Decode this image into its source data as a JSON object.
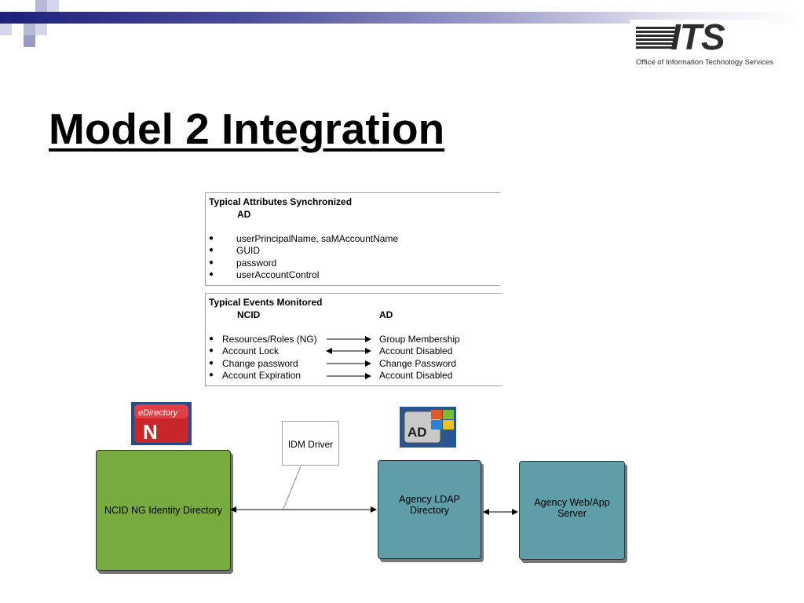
{
  "logo": {
    "text": "ITS",
    "subtitle": "Office of Information Technology Services"
  },
  "title": "Model 2 Integration",
  "attributes_panel": {
    "title": "Typical Attributes Synchronized",
    "column": "AD",
    "items": [
      "userPrincipalName, saMAccountName",
      "GUID",
      "password",
      "userAccountControl"
    ]
  },
  "events_panel": {
    "title": "Typical Events Monitored",
    "col_left": "NCID",
    "col_right": "AD",
    "rows": [
      {
        "left": "Resources/Roles (NG)",
        "right": "Group Membership",
        "arrow": "right"
      },
      {
        "left": "Account Lock",
        "right": "Account Disabled",
        "arrow": "both"
      },
      {
        "left": "Change password",
        "right": "Change Password",
        "arrow": "right"
      },
      {
        "left": "Account Expiration",
        "right": "Account Disabled",
        "arrow": "right"
      }
    ]
  },
  "diagram": {
    "ncid_box": "NCID NG Identity Directory",
    "ldap_box": "Agency LDAP Directory",
    "webapp_box": "Agency Web/App Server",
    "driver_label": "IDM Driver",
    "edir_icon_label": "eDirectory",
    "edir_icon_letter": "N",
    "ad_icon_label": "AD"
  },
  "colors": {
    "ncid_box": "#77ab3f",
    "ldap_box": "#5f9ea8",
    "webapp_box": "#5f9ea8"
  }
}
